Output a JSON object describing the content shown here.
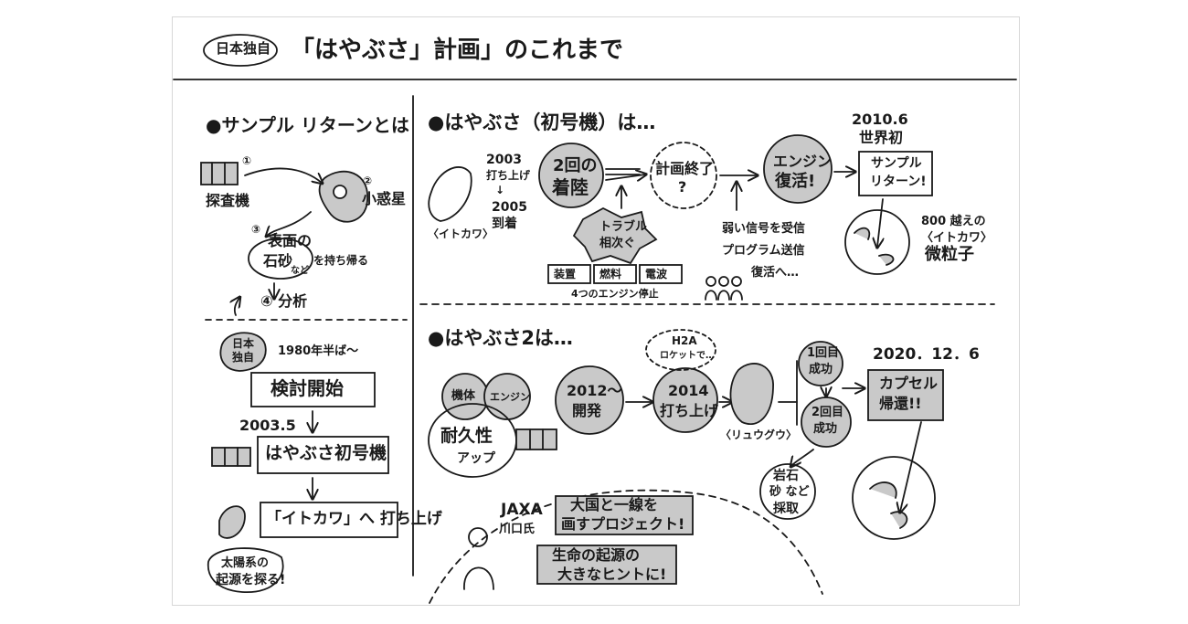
{
  "title": {
    "badge": "日本独自",
    "main": "「はやぶさ」計画」のこれまで"
  },
  "sample_return": {
    "heading": "●サンプル リターンとは",
    "probe_label": "探査機",
    "step1": "①",
    "step2": "②",
    "asteroid_label": "小惑星",
    "step3": "③",
    "surface_a": "表面の",
    "sand": "石砂",
    "nado": "など",
    "bring_back": "を持ち帰る",
    "step4": "④ 分析"
  },
  "history": {
    "badge_line1": "日本",
    "badge_line2": "独自",
    "period": "1980年半ば〜",
    "box1": "検討開始",
    "date": "2003.5",
    "box2": "はやぶさ初号機",
    "box3": "「イトカワ」へ 打ち上げ",
    "origin_line1": "太陽系の",
    "origin_line2": "起源を探る!"
  },
  "hayabusa1": {
    "heading": "●はやぶさ（初号機）は…",
    "y2003": "2003",
    "launch": "打ち上げ",
    "arrow_down": "↓",
    "y2005": "2005",
    "arrive": "到着",
    "itokawa": "〈イトカワ〉",
    "landing_line1": "2回の",
    "landing_line2": "着陸",
    "trouble_line1": "トラブル",
    "trouble_line2": "相次ぐ",
    "dev1": "装置",
    "dev2": "燃料",
    "dev3": "電波",
    "engine_stop": "4つのエンジン停止",
    "plan_end_line1": "計画終了",
    "plan_end_line2": "?",
    "revive_line1": "エンジン",
    "revive_line2": "復活!",
    "signal": "弱い信号を受信",
    "program": "プログラム送信",
    "toward_revival": "復活へ…",
    "year_2010": "2010.6",
    "world_first": "世界初",
    "sr_line1": "サンプル",
    "sr_line2": "リターン!",
    "particles_line1": "800 越えの",
    "particles_line2": "〈イトカワ〉",
    "particles_line3": "微粒子"
  },
  "hayabusa2": {
    "heading": "●はやぶさ2は…",
    "body": "機体",
    "engine": "エンジン",
    "durable": "耐久性",
    "up": "アップ",
    "dev_line1": "2012〜",
    "dev_line2": "開発",
    "launch_line1": "2014",
    "launch_line2": "打ち上げ",
    "h2a_line1": "H2A",
    "h2a_line2": "ロケットで…",
    "ryugu": "〈リュウグウ〉",
    "first_line1": "1回目",
    "first_line2": "成功",
    "second_line1": "2回目",
    "second_line2": "成功",
    "rock_line1": "岩石",
    "rock_line2": "砂 など",
    "rock_line3": "採取",
    "year_2020": "2020．12．6",
    "capsule_line1": "カプセル",
    "capsule_line2": "帰還!!",
    "jaxa": "JAXA",
    "person": "川口氏",
    "quote1_line1": "大国と一線を",
    "quote1_line2": "画すプロジェクト!",
    "quote2_line1": "生命の起源の",
    "quote2_line2": "大きなヒントに!"
  },
  "colors": {
    "ink": "#1a1a1a",
    "fill": "#c9c9c9",
    "frame": "#d7d7d7"
  }
}
